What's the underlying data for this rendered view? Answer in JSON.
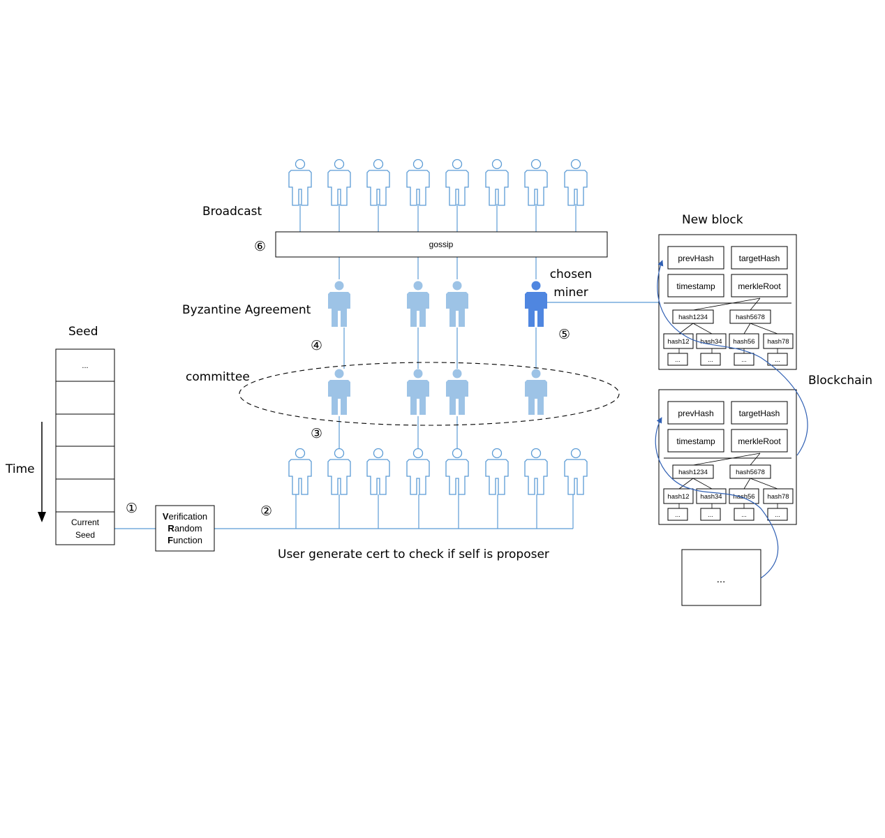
{
  "labels": {
    "broadcast": "Broadcast",
    "byzantine": "Byzantine Agreement",
    "committee": "committee",
    "seed": "Seed",
    "time": "Time",
    "chosen_miner_line1": "chosen",
    "chosen_miner_line2": "miner",
    "new_block": "New block",
    "blockchain": "Blockchain",
    "user_cert": "User generate cert to check if self is proposer"
  },
  "steps": [
    "①",
    "②",
    "③",
    "④",
    "⑤",
    "⑥"
  ],
  "gossip_label": "gossip",
  "seed_stack": {
    "top": "...",
    "current_line1": "Current",
    "current_line2": "Seed"
  },
  "vrf": {
    "line1_initial": "V",
    "line1_rest": "erification",
    "line2_initial": "R",
    "line2_rest": "andom",
    "line3_initial": "F",
    "line3_rest": "unction"
  },
  "block_fields": {
    "prev_hash": "prevHash",
    "target_hash": "targetHash",
    "timestamp": "timestamp",
    "merkle_root": "merkleRoot",
    "hash1234": "hash1234",
    "hash5678": "hash5678",
    "hash12": "hash12",
    "hash34": "hash34",
    "hash56": "hash56",
    "hash78": "hash78",
    "leaf": "..."
  },
  "more_blocks": "...",
  "colors": {
    "user_outline": "#5b9bd5",
    "user_fill": "#9dc3e6",
    "miner_fill": "#4f86e0",
    "line": "#2f5fb3",
    "border": "#000000"
  },
  "icons": [
    "user-outline-icon",
    "user-filled-icon",
    "miner-icon",
    "arrow-down-icon"
  ]
}
